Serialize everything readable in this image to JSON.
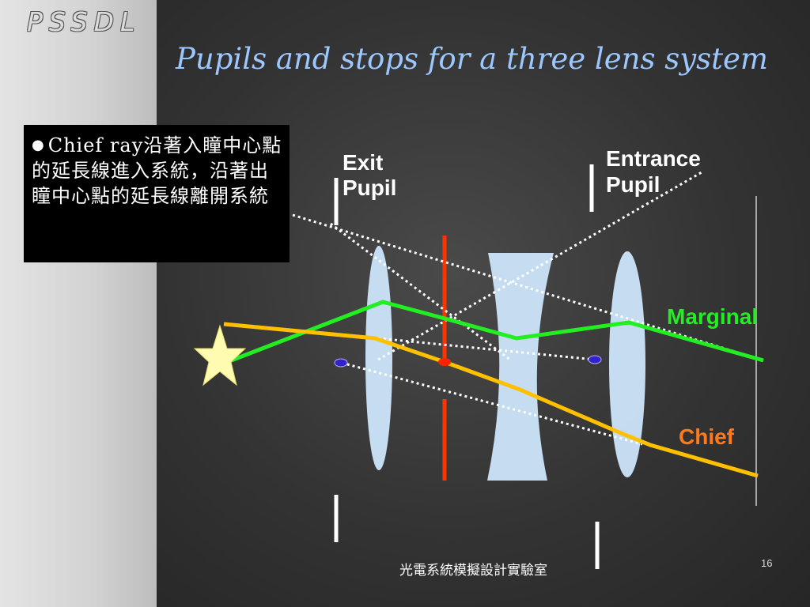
{
  "logo": "PSSDL",
  "title": "Pupils and stops for a three lens system",
  "note": {
    "bullet": "●",
    "text": "Chief ray沿著入瞳中心點的延長線進入系統，沿著出瞳中心點的延長線離開系統"
  },
  "labels": {
    "exit_pupil_line1": "Exit",
    "exit_pupil_line2": "Pupil",
    "entrance_pupil_line1": "Entrance",
    "entrance_pupil_line2": "Pupil",
    "marginal": "Marginal",
    "chief": "Chief"
  },
  "colors": {
    "title": "#9cc8ff",
    "marginal_ray": "#22ee22",
    "chief_ray": "#ffc000",
    "stop": "#ff3300",
    "lens": "#cde6fb",
    "star": "#fffbb0",
    "pupil_point": "#3322cc"
  },
  "footer": "光電系統模擬設計實驗室",
  "page_number": "16"
}
